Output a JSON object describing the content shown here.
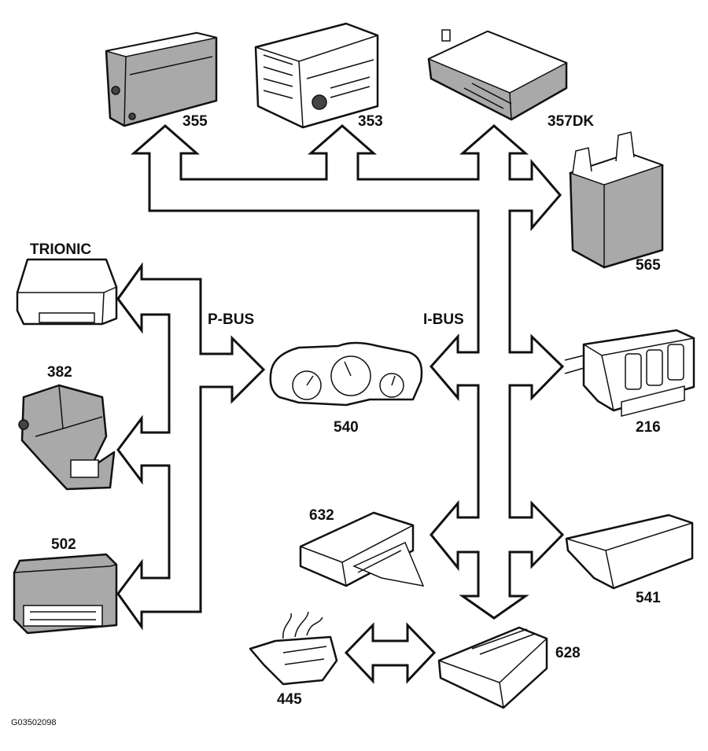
{
  "labels": {
    "l355": "355",
    "l353": "353",
    "l357": "357DK",
    "l565": "565",
    "trionic": "TRIONIC",
    "pbus": "P-BUS",
    "ibus": "I-BUS",
    "l382": "382",
    "l540": "540",
    "l216": "216",
    "l632": "632",
    "l502": "502",
    "l541": "541",
    "l628": "628",
    "l445": "445",
    "code": "G03502098"
  }
}
